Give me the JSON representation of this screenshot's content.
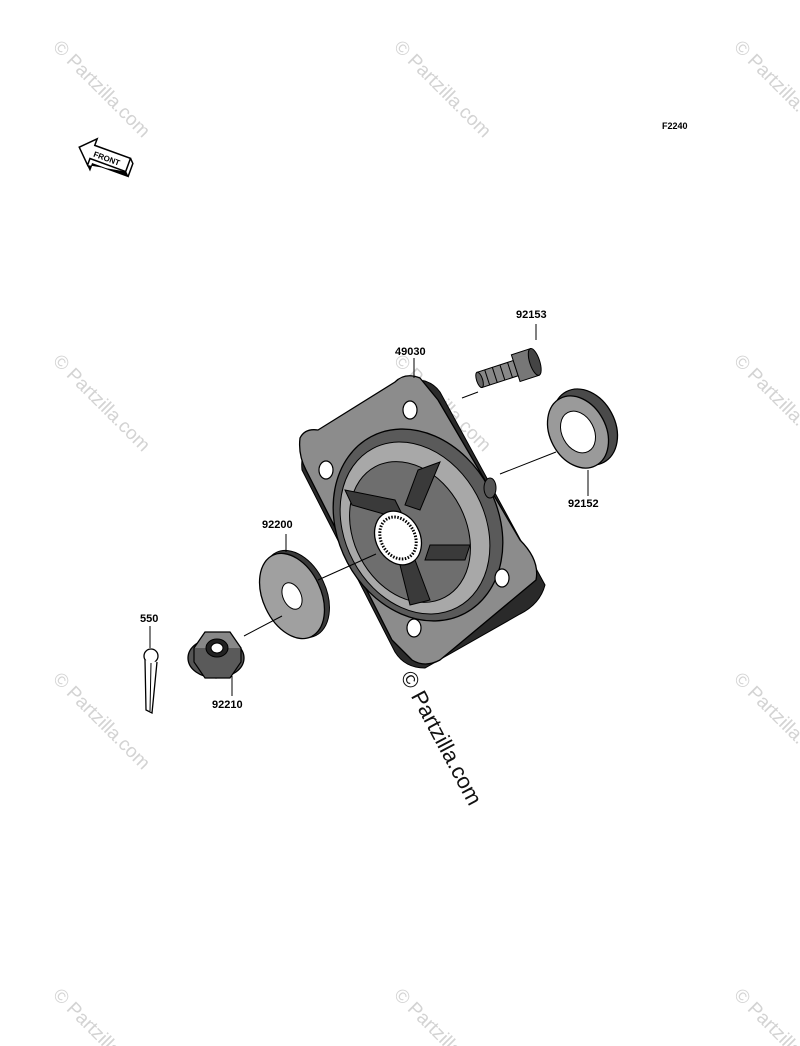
{
  "diagram": {
    "figure_code": "F2240",
    "front_label": "FRONT",
    "parts": [
      {
        "number": "92153",
        "description": "stud-bolt"
      },
      {
        "number": "49030",
        "description": "hub"
      },
      {
        "number": "92152",
        "description": "collar"
      },
      {
        "number": "92200",
        "description": "washer"
      },
      {
        "number": "550",
        "description": "cotter-pin"
      },
      {
        "number": "92210",
        "description": "castle-nut"
      }
    ],
    "watermark": "© Partzilla.com",
    "center_watermark": "© Partzilla.com"
  }
}
